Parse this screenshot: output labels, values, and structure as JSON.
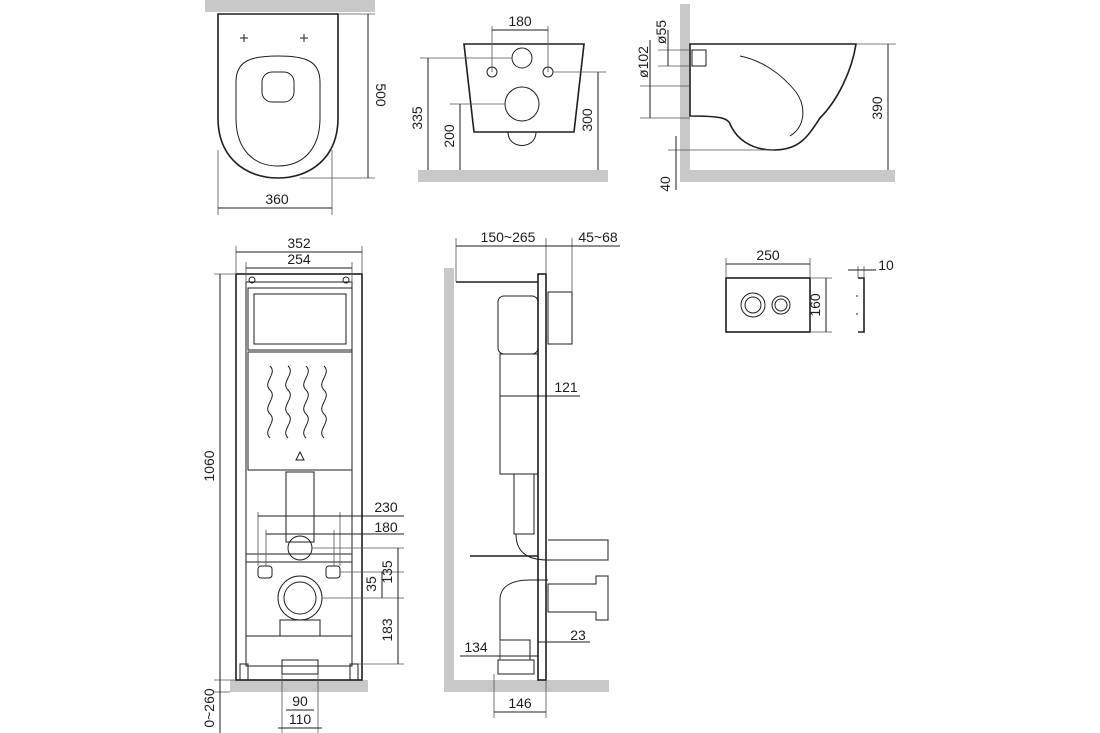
{
  "dimensions": {
    "bowl_top_length": "500",
    "bowl_top_width": "360",
    "rear_bolt_spacing": "180",
    "rear_inlet_height": "335",
    "rear_outlet_height": "200",
    "rear_bolt_height": "300",
    "inlet_diameter": "ø55",
    "outlet_diameter": "ø102",
    "side_height": "390",
    "side_floor_gap": "40",
    "frame_width_outer": "352",
    "frame_width_inner": "254",
    "frame_height": "1060",
    "frame_mount_spacing_outer": "230",
    "frame_mount_spacing_inner": "180",
    "frame_offset_small": "35",
    "frame_offset_mid": "135",
    "frame_outlet_height": "183",
    "frame_leg_adjust": "0~260",
    "frame_foot_inner": "90",
    "frame_foot_outer": "110",
    "side_depth_range": "150~265",
    "side_wall_range": "45~68",
    "side_tank_depth": "121",
    "side_pipe_offset": "134",
    "side_plate": "23",
    "side_base_depth": "146",
    "button_width": "250",
    "button_height": "160",
    "button_depth": "10"
  }
}
